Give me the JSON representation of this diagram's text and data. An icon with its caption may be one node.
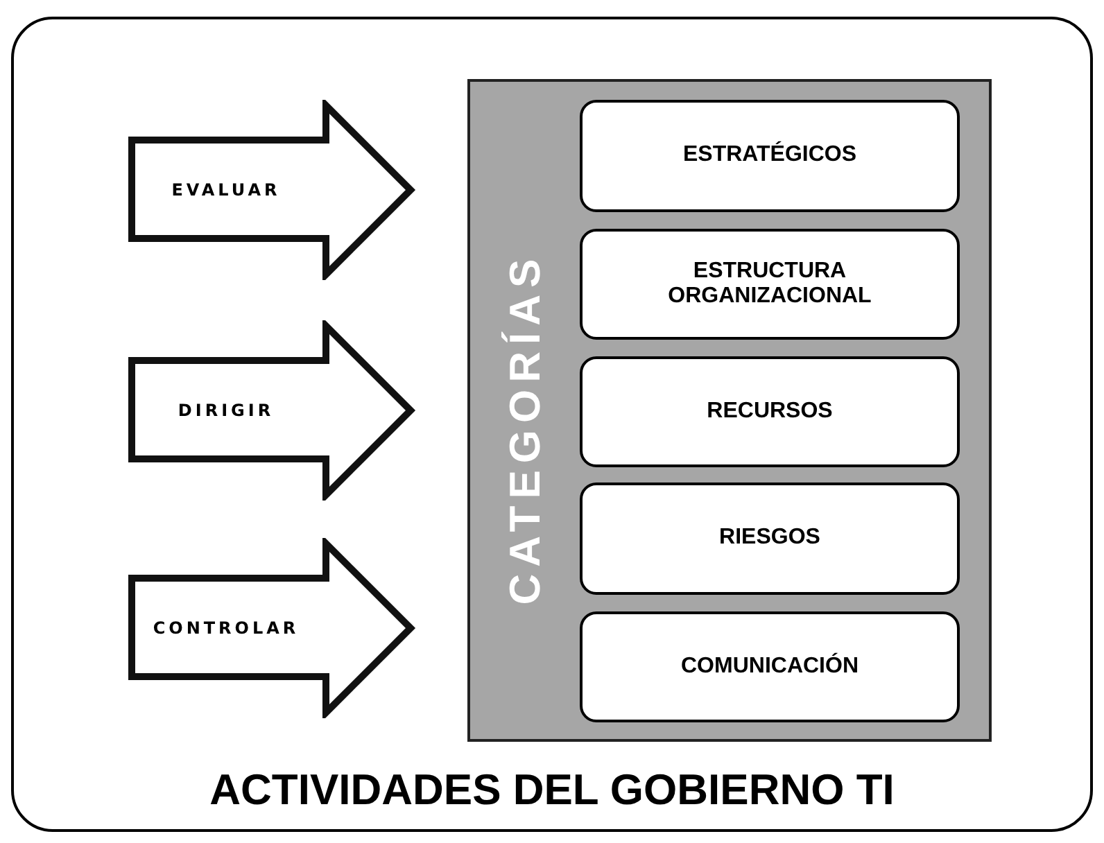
{
  "diagram": {
    "nodes": [
      {
        "text": [
          "ACTIVIDADES DEL GOBIERNO TI"
        ]
      },
      {
        "text": [
          "EVALUAR"
        ],
        "in": 0
      },
      {
        "text": [
          "DIRIGIR"
        ],
        "in": 0
      },
      {
        "text": [
          "CONTROLAR"
        ],
        "in": 0
      },
      {
        "text": [
          "CATEGORÍAS"
        ],
        "in": 0
      },
      {
        "text": [
          "ESTRATÉGICOS"
        ],
        "in": 4
      },
      {
        "text": [
          "ESTRUCTURA ORGANIZACIONAL"
        ],
        "in": 4
      },
      {
        "text": [
          "RECURSOS"
        ],
        "in": 4
      },
      {
        "text": [
          "RIESGOS"
        ],
        "in": 4
      },
      {
        "text": [
          "COMUNICACIÓN"
        ],
        "in": 4
      }
    ]
  }
}
